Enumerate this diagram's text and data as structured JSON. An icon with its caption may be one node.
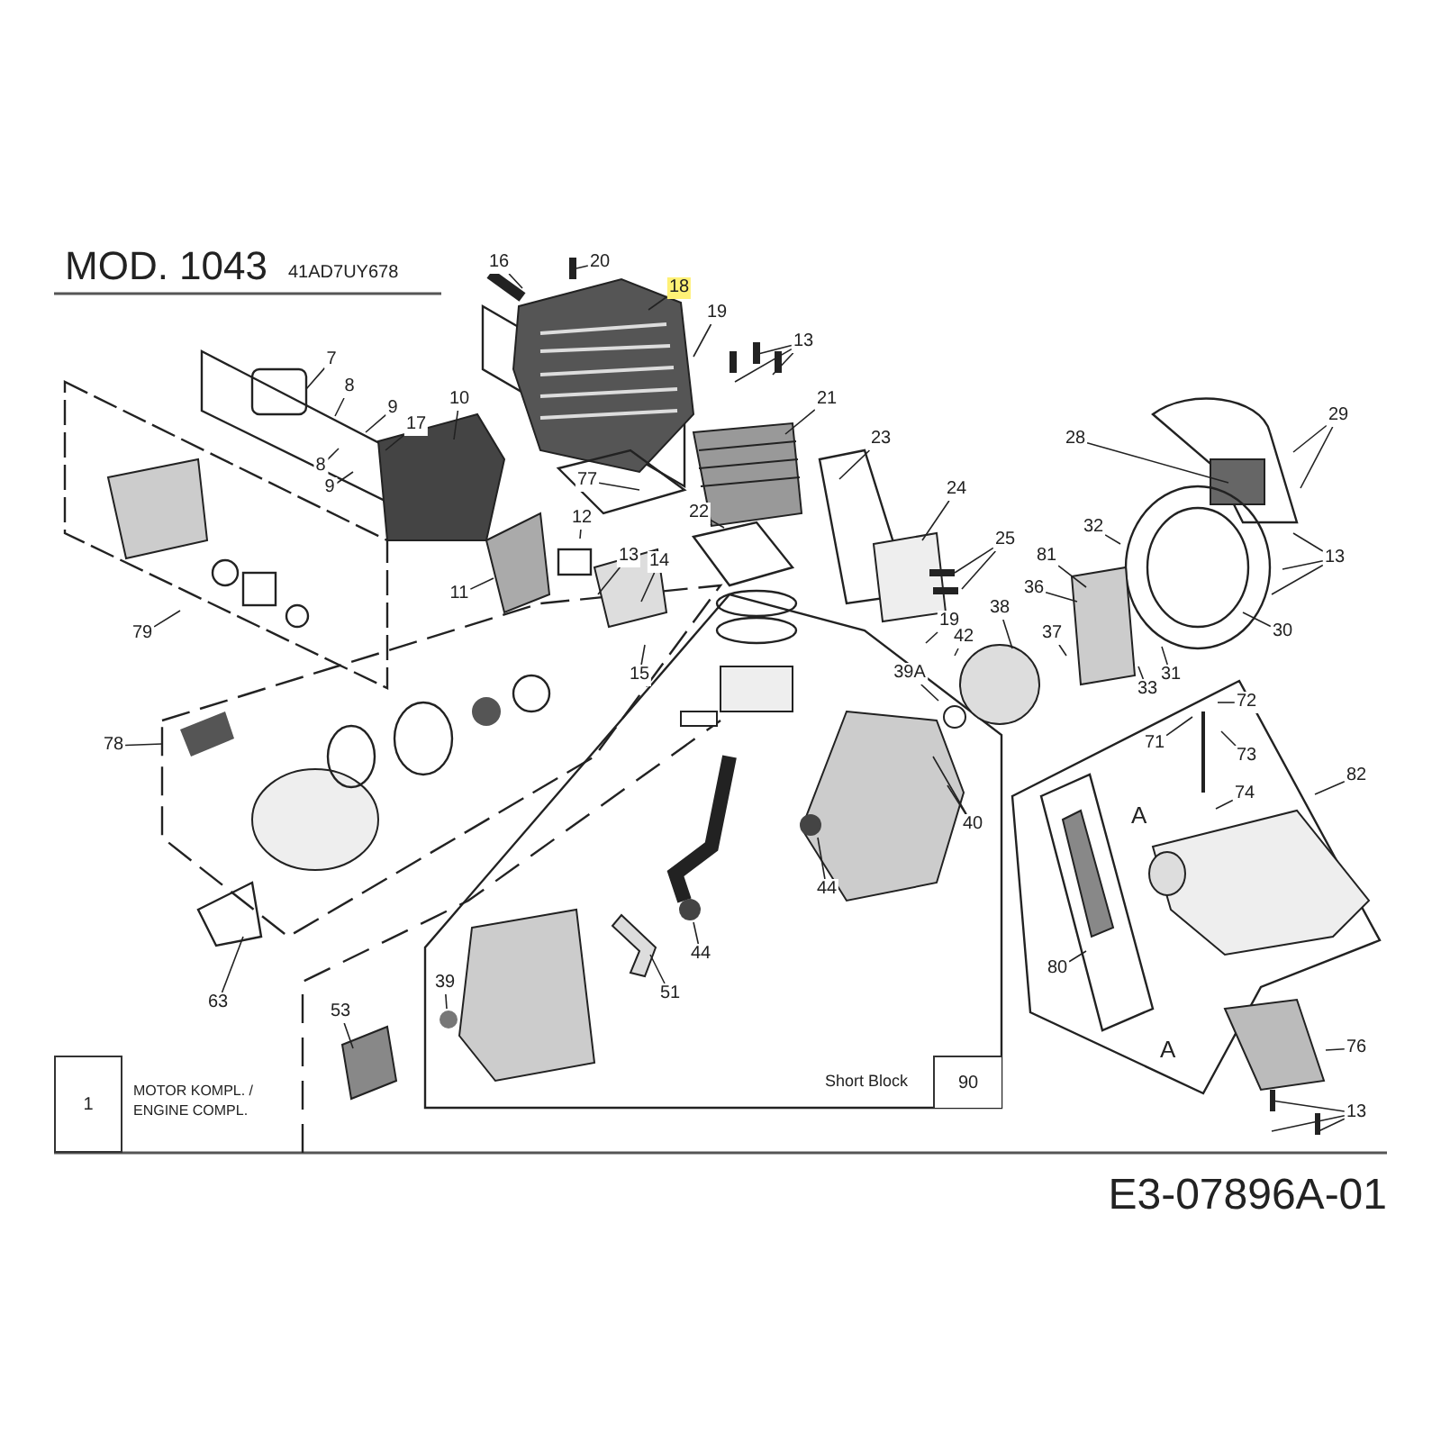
{
  "diagram": {
    "title": "MOD. 1043",
    "nodes": [
      {
        "text": [
          "16"
        ]
      },
      {
        "text": [
          "20"
        ]
      },
      {
        "text": [
          "18"
        ]
      },
      {
        "text": [
          "19"
        ]
      },
      {
        "text": [
          "13"
        ]
      },
      {
        "text": [
          "7"
        ]
      },
      {
        "text": [
          "8"
        ]
      },
      {
        "text": [
          "9"
        ]
      },
      {
        "text": [
          "17"
        ]
      },
      {
        "text": [
          "10"
        ]
      },
      {
        "text": [
          "8"
        ]
      },
      {
        "text": [
          "9"
        ]
      },
      {
        "text": [
          "21"
        ]
      },
      {
        "text": [
          "23"
        ]
      },
      {
        "text": [
          "28"
        ]
      },
      {
        "text": [
          "29"
        ]
      },
      {
        "text": [
          "77"
        ]
      },
      {
        "text": [
          "12"
        ]
      },
      {
        "text": [
          "22"
        ]
      },
      {
        "text": [
          "24"
        ]
      },
      {
        "text": [
          "25"
        ]
      },
      {
        "text": [
          "32"
        ]
      },
      {
        "text": [
          "13"
        ]
      },
      {
        "text": [
          "11"
        ]
      },
      {
        "text": [
          "13"
        ]
      },
      {
        "text": [
          "14"
        ]
      },
      {
        "text": [
          "79"
        ]
      },
      {
        "text": [
          "15"
        ]
      },
      {
        "text": [
          "81"
        ]
      },
      {
        "text": [
          "36"
        ]
      },
      {
        "text": [
          "38"
        ]
      },
      {
        "text": [
          "37"
        ]
      },
      {
        "text": [
          "19"
        ]
      },
      {
        "text": [
          "42"
        ]
      },
      {
        "text": [
          "30"
        ]
      },
      {
        "text": [
          "31"
        ]
      },
      {
        "text": [
          "33"
        ]
      },
      {
        "text": [
          "39A"
        ]
      },
      {
        "text": [
          "72"
        ]
      },
      {
        "text": [
          "71"
        ]
      },
      {
        "text": [
          "73"
        ]
      },
      {
        "text": [
          "82"
        ]
      },
      {
        "text": [
          "74"
        ]
      },
      {
        "text": [
          "78"
        ]
      },
      {
        "text": [
          "40"
        ]
      },
      {
        "text": [
          "44"
        ]
      },
      {
        "text": [
          "63"
        ]
      },
      {
        "text": [
          "39"
        ]
      },
      {
        "text": [
          "51"
        ]
      },
      {
        "text": [
          "44"
        ]
      },
      {
        "text": [
          "53"
        ]
      },
      {
        "text": [
          "80"
        ]
      },
      {
        "text": [
          "76"
        ]
      },
      {
        "text": [
          "13"
        ]
      },
      {
        "text": [
          "1"
        ],
        "beside": [
          "MOTOR KOMPL. / ENGINE COMPL."
        ]
      },
      {
        "text": [
          "90"
        ],
        "beside": [
          "Short Block"
        ]
      }
    ],
    "edges": [
      {
        "from": 0,
        "to": null,
        "arrow": "none"
      },
      {
        "from": 1,
        "to": null,
        "arrow": "none"
      },
      {
        "from": 2,
        "to": null,
        "arrow": "none"
      },
      {
        "from": 3,
        "to": null,
        "arrow": "none"
      },
      {
        "from": 4,
        "to": null,
        "arrow": "none"
      },
      {
        "from": 4,
        "to": null,
        "arrow": "none"
      },
      {
        "from": 4,
        "to": null,
        "arrow": "none"
      },
      {
        "from": 5,
        "to": null,
        "arrow": "none"
      },
      {
        "from": 6,
        "to": null,
        "arrow": "none"
      },
      {
        "from": 7,
        "to": null,
        "arrow": "none"
      },
      {
        "from": 8,
        "to": null,
        "arrow": "none"
      },
      {
        "from": 9,
        "to": null,
        "arrow": "none"
      },
      {
        "from": 10,
        "to": null,
        "arrow": "none"
      },
      {
        "from": 11,
        "to": null,
        "arrow": "none"
      },
      {
        "from": 12,
        "to": null,
        "arrow": "none"
      },
      {
        "from": 13,
        "to": null,
        "arrow": "none"
      },
      {
        "from": 14,
        "to": null,
        "arrow": "none"
      },
      {
        "from": 15,
        "to": null,
        "arrow": "none"
      },
      {
        "from": 15,
        "to": null,
        "arrow": "none"
      },
      {
        "from": 16,
        "to": null,
        "arrow": "none"
      },
      {
        "from": 17,
        "to": null,
        "arrow": "none"
      },
      {
        "from": 18,
        "to": null,
        "arrow": "none"
      },
      {
        "from": 19,
        "to": null,
        "arrow": "none"
      },
      {
        "from": 20,
        "to": null,
        "arrow": "none"
      },
      {
        "from": 20,
        "to": null,
        "arrow": "none"
      },
      {
        "from": 21,
        "to": null,
        "arrow": "none"
      },
      {
        "from": 22,
        "to": null,
        "arrow": "none"
      },
      {
        "from": 22,
        "to": null,
        "arrow": "none"
      },
      {
        "from": 22,
        "to": null,
        "arrow": "none"
      },
      {
        "from": 23,
        "to": null,
        "arrow": "none"
      },
      {
        "from": 24,
        "to": null,
        "arrow": "none"
      },
      {
        "from": 25,
        "to": null,
        "arrow": "none"
      },
      {
        "from": 26,
        "to": null,
        "arrow": "none"
      },
      {
        "from": 27,
        "to": null,
        "arrow": "none"
      },
      {
        "from": 28,
        "to": null,
        "arrow": "none"
      },
      {
        "from": 29,
        "to": null,
        "arrow": "none"
      },
      {
        "from": 30,
        "to": null,
        "arrow": "none"
      },
      {
        "from": 31,
        "to": null,
        "arrow": "none"
      },
      {
        "from": 32,
        "to": null,
        "arrow": "none"
      },
      {
        "from": 33,
        "to": null,
        "arrow": "none"
      },
      {
        "from": 34,
        "to": null,
        "arrow": "none"
      },
      {
        "from": 35,
        "to": null,
        "arrow": "none"
      },
      {
        "from": 36,
        "to": null,
        "arrow": "none"
      },
      {
        "from": 37,
        "to": null,
        "arrow": "none"
      },
      {
        "from": 38,
        "to": null,
        "arrow": "none"
      },
      {
        "from": 39,
        "to": null,
        "arrow": "none"
      },
      {
        "from": 40,
        "to": null,
        "arrow": "none"
      },
      {
        "from": 41,
        "to": null,
        "arrow": "none"
      },
      {
        "from": 42,
        "to": null,
        "arrow": "none"
      },
      {
        "from": 43,
        "to": null,
        "arrow": "none"
      },
      {
        "from": 44,
        "to": null,
        "arrow": "none"
      },
      {
        "from": 44,
        "to": null,
        "arrow": "none"
      },
      {
        "from": 45,
        "to": null,
        "arrow": "none"
      },
      {
        "from": 46,
        "to": null,
        "arrow": "none"
      },
      {
        "from": 47,
        "to": null,
        "arrow": "none"
      },
      {
        "from": 48,
        "to": null,
        "arrow": "none"
      },
      {
        "from": 49,
        "to": null,
        "arrow": "none"
      },
      {
        "from": 50,
        "to": null,
        "arrow": "none"
      },
      {
        "from": 51,
        "to": null,
        "arrow": "none"
      },
      {
        "from": 52,
        "to": null,
        "arrow": "none"
      },
      {
        "from": 53,
        "to": null,
        "arrow": "none"
      },
      {
        "from": 53,
        "to": null,
        "arrow": "none"
      },
      {
        "from": 53,
        "to": null,
        "arrow": "none"
      }
    ],
    "labels": [
      "41AD7UY678",
      "A",
      "A",
      "E3-07896A-01"
    ]
  }
}
